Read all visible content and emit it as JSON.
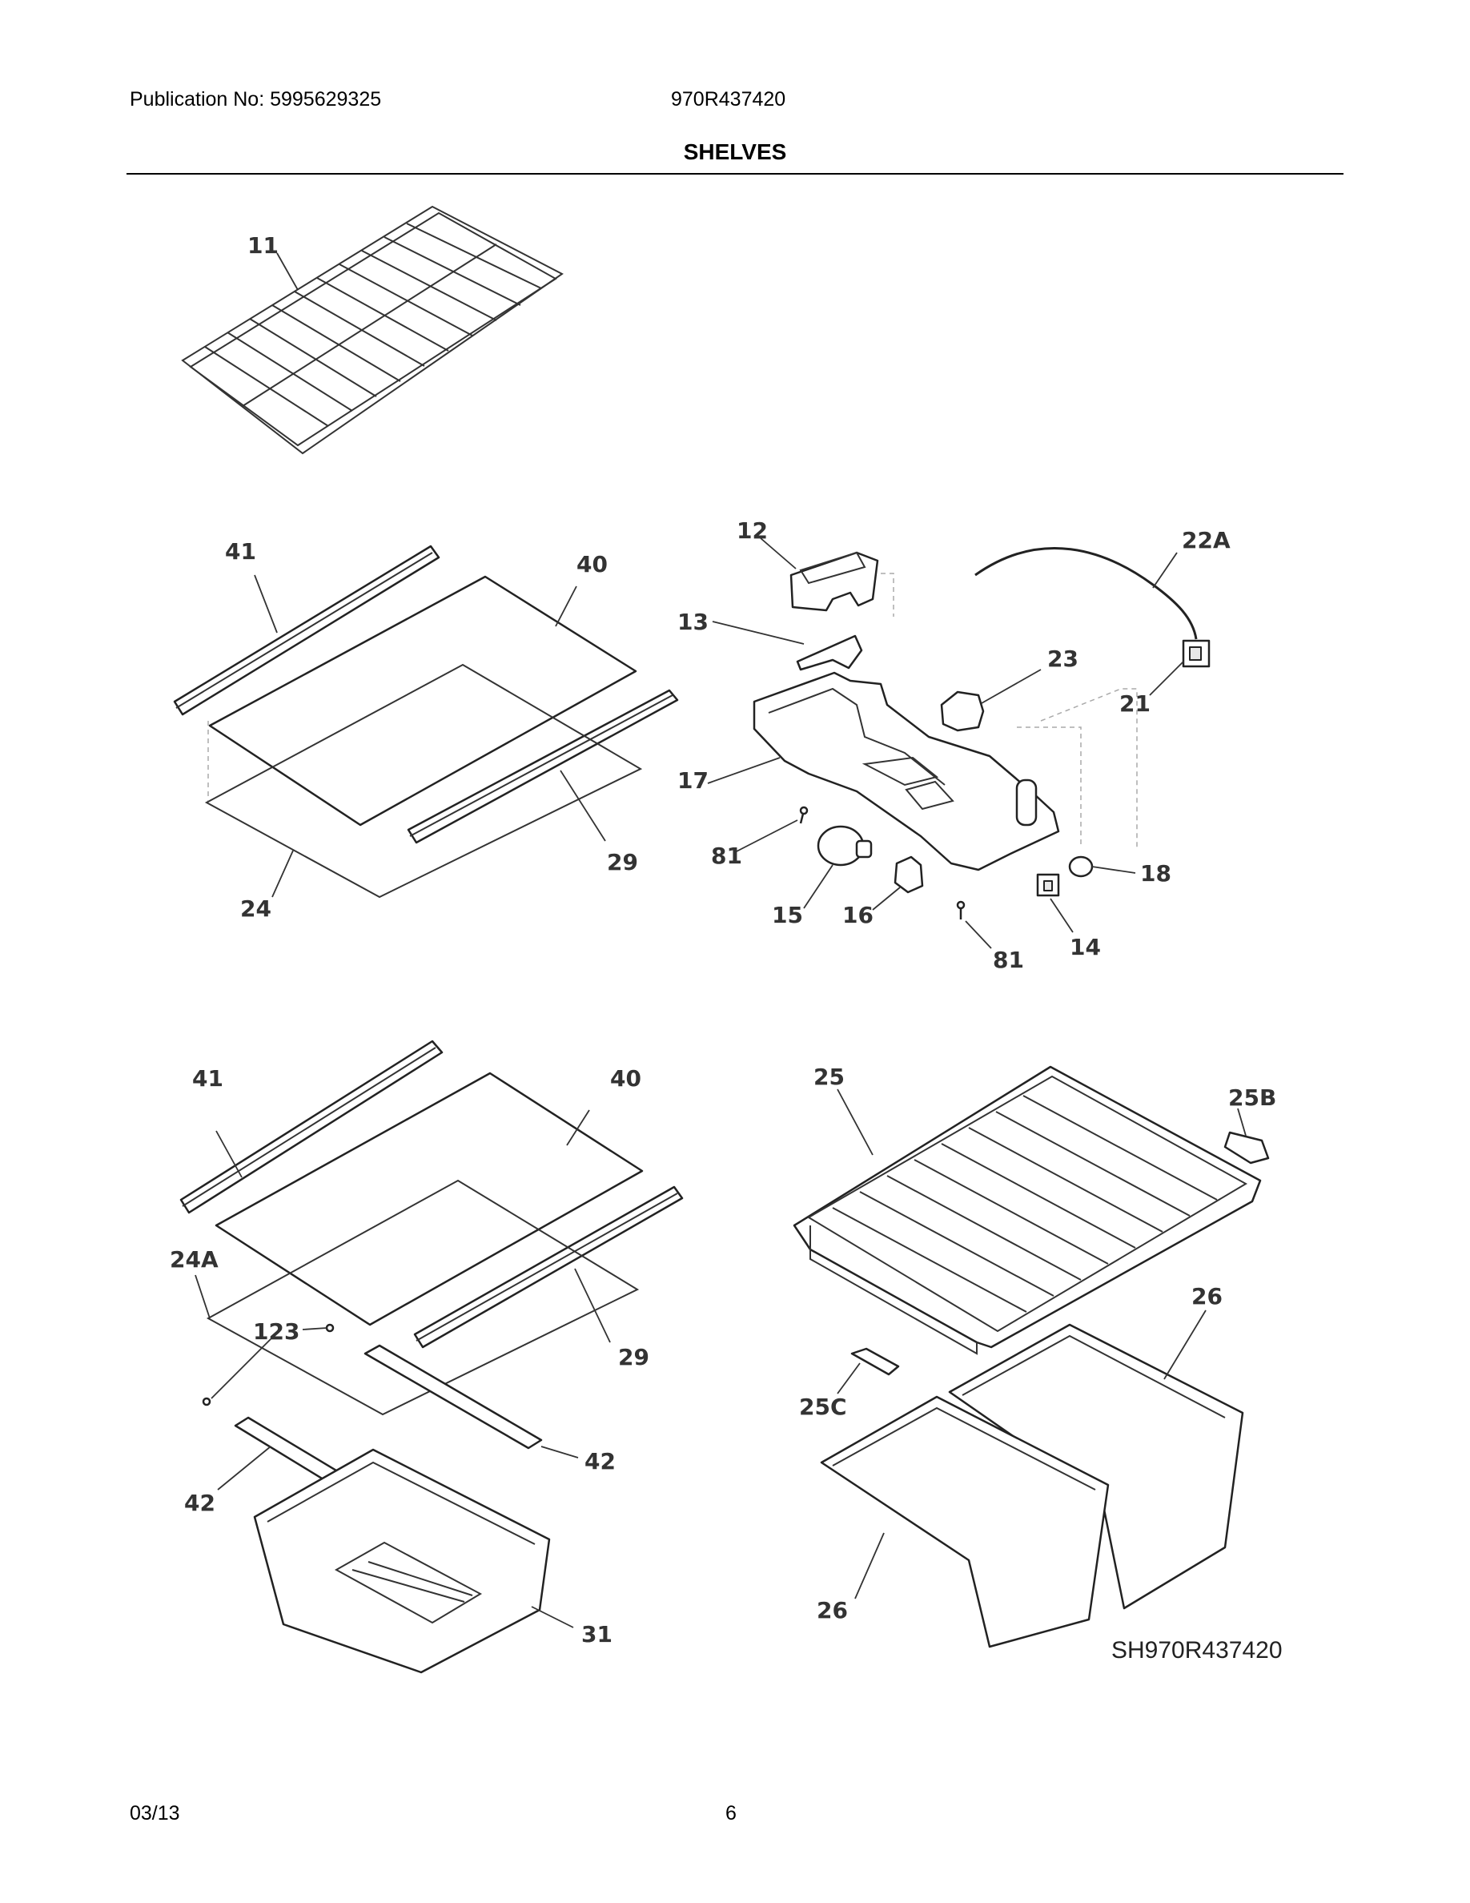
{
  "header": {
    "publication": "Publication No: 5995629325",
    "model": "970R437420",
    "section_title": "SHELVES"
  },
  "diagram": {
    "code": "SH970R437420",
    "labels": {
      "p11": "11",
      "p41a": "41",
      "p40a": "40",
      "p29a": "29",
      "p24": "24",
      "p12": "12",
      "p13": "13",
      "p22a": "22A",
      "p23": "23",
      "p21": "21",
      "p17": "17",
      "p81a": "81",
      "p15": "15",
      "p16": "16",
      "p81b": "81",
      "p18": "18",
      "p14": "14",
      "p41b": "41",
      "p40b": "40",
      "p24a": "24A",
      "p123": "123",
      "p29b": "29",
      "p42a": "42",
      "p42b": "42",
      "p31": "31",
      "p25": "25",
      "p25b": "25B",
      "p26a": "26",
      "p25c": "25C",
      "p26b": "26"
    }
  },
  "footer": {
    "date": "03/13",
    "page": "6"
  }
}
